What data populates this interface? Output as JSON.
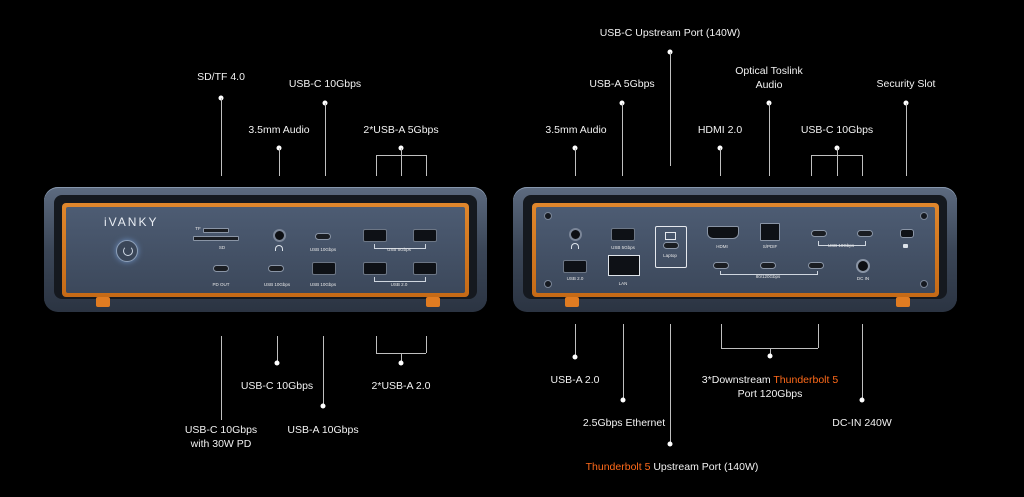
{
  "front": {
    "brand": "iVANKY",
    "callouts_top": {
      "sd": "SD/TF 4.0",
      "usbc_10_top": "USB-C 10Gbps",
      "audio": "3.5mm Audio",
      "usba_5_pair": "2*USB-A 5Gbps"
    },
    "callouts_bottom": {
      "usbc_10_bottom": "USB-C 10Gbps",
      "usba_2_pair": "2*USB-A 2.0",
      "usbc_pd_line1": "USB-C 10Gbps",
      "usbc_pd_line2": "with 30W PD",
      "usba_10": "USB-A 10Gbps"
    },
    "port_labels": {
      "tf": "TF",
      "sd": "SD",
      "pd_out": "PD OUT",
      "usb10_a": "USB 10Gbps",
      "usb10_b": "USB 10Gbps",
      "usb10_c": "USB 10Gbps",
      "usb5": "USB 5Gbps",
      "usb2": "USB 2.0"
    }
  },
  "rear": {
    "callouts_top": {
      "upstream": "USB-C Upstream Port (140W)",
      "usba_5": "USB-A 5Gbps",
      "optical_line1": "Optical Toslink",
      "optical_line2": "Audio",
      "security": "Security Slot",
      "audio": "3.5mm Audio",
      "hdmi": "HDMI 2.0",
      "usbc_10": "USB-C 10Gbps"
    },
    "callouts_bottom": {
      "usba_2": "USB-A 2.0",
      "tb5_prefix": "3*Downstream ",
      "tb5_highlight": "Thunderbolt 5",
      "tb5_line2": "Port 120Gbps",
      "ethernet": "2.5Gbps Ethernet",
      "dcin": "DC-IN 240W",
      "tb5_up_highlight": "Thunderbolt 5",
      "tb5_up_rest": " Upstream Port (140W)"
    },
    "port_labels": {
      "usb5": "USB 5Gbps",
      "laptop": "Laptop",
      "hdmi": "HDMI",
      "spdif": "S/PDIF",
      "usb10": "USB 10Gbps",
      "usb2": "USB 2.0",
      "lan": "LAN",
      "tb": "80/120Gbps",
      "dcin": "DC IN"
    }
  },
  "colors": {
    "accent": "#ff6a1a",
    "panel_orange": "#d9791f",
    "body": "#3b4657"
  }
}
